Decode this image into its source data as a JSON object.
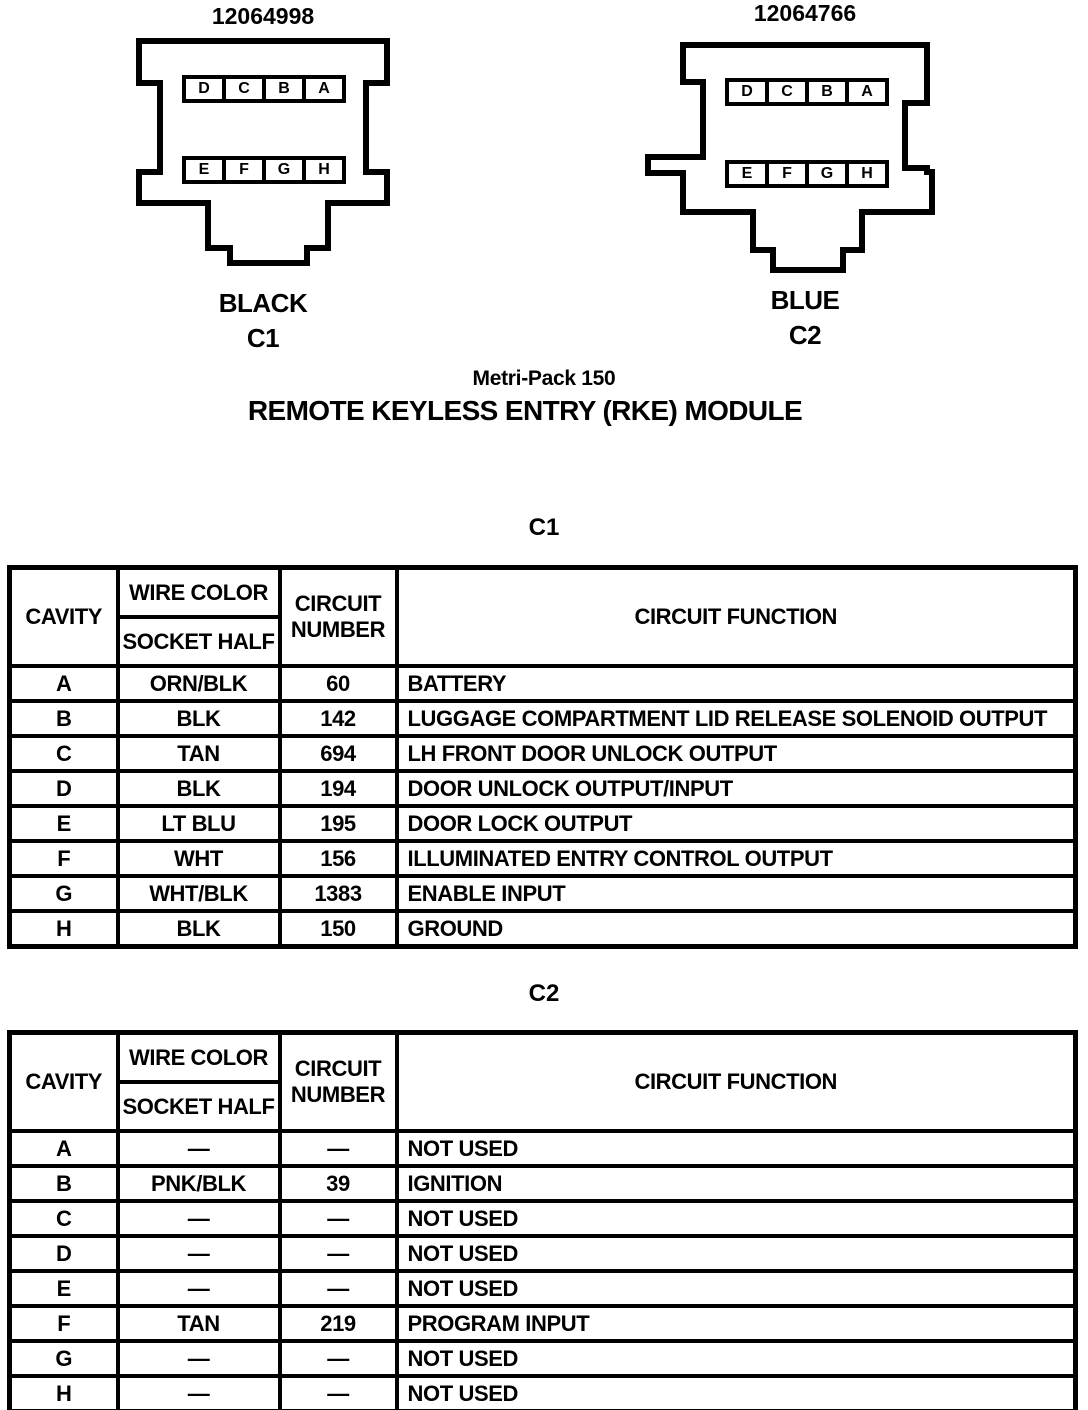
{
  "page": {
    "subtitle": "Metri-Pack 150",
    "title": "REMOTE KEYLESS ENTRY (RKE) MODULE"
  },
  "colors": {
    "ink": "#000000",
    "paper": "#ffffff"
  },
  "connectors": [
    {
      "part_number": "12064998",
      "color_label": "BLACK",
      "name": "C1",
      "pin_rows": [
        [
          "D",
          "C",
          "B",
          "A"
        ],
        [
          "E",
          "F",
          "G",
          "H"
        ]
      ]
    },
    {
      "part_number": "12064766",
      "color_label": "BLUE",
      "name": "C2",
      "pin_rows": [
        [
          "D",
          "C",
          "B",
          "A"
        ],
        [
          "E",
          "F",
          "G",
          "H"
        ]
      ]
    }
  ],
  "tables": [
    {
      "label": "C1",
      "headers": {
        "cavity": "CAVITY",
        "wire_color": "WIRE COLOR",
        "socket_half": "SOCKET HALF",
        "circuit_number": "CIRCUIT NUMBER",
        "circuit_function": "CIRCUIT FUNCTION"
      },
      "rows": [
        {
          "cavity": "A",
          "wire_color": "ORN/BLK",
          "circuit_number": "60",
          "circuit_function": "BATTERY"
        },
        {
          "cavity": "B",
          "wire_color": "BLK",
          "circuit_number": "142",
          "circuit_function": "LUGGAGE COMPARTMENT LID RELEASE SOLENOID OUTPUT"
        },
        {
          "cavity": "C",
          "wire_color": "TAN",
          "circuit_number": "694",
          "circuit_function": "LH FRONT DOOR UNLOCK OUTPUT"
        },
        {
          "cavity": "D",
          "wire_color": "BLK",
          "circuit_number": "194",
          "circuit_function": "DOOR UNLOCK OUTPUT/INPUT"
        },
        {
          "cavity": "E",
          "wire_color": "LT BLU",
          "circuit_number": "195",
          "circuit_function": "DOOR LOCK OUTPUT"
        },
        {
          "cavity": "F",
          "wire_color": "WHT",
          "circuit_number": "156",
          "circuit_function": "ILLUMINATED ENTRY CONTROL OUTPUT"
        },
        {
          "cavity": "G",
          "wire_color": "WHT/BLK",
          "circuit_number": "1383",
          "circuit_function": "ENABLE INPUT"
        },
        {
          "cavity": "H",
          "wire_color": "BLK",
          "circuit_number": "150",
          "circuit_function": "GROUND"
        }
      ]
    },
    {
      "label": "C2",
      "headers": {
        "cavity": "CAVITY",
        "wire_color": "WIRE COLOR",
        "socket_half": "SOCKET HALF",
        "circuit_number": "CIRCUIT NUMBER",
        "circuit_function": "CIRCUIT FUNCTION"
      },
      "rows": [
        {
          "cavity": "A",
          "wire_color": "—",
          "circuit_number": "—",
          "circuit_function": "NOT USED"
        },
        {
          "cavity": "B",
          "wire_color": "PNK/BLK",
          "circuit_number": "39",
          "circuit_function": "IGNITION"
        },
        {
          "cavity": "C",
          "wire_color": "—",
          "circuit_number": "—",
          "circuit_function": "NOT USED"
        },
        {
          "cavity": "D",
          "wire_color": "—",
          "circuit_number": "—",
          "circuit_function": "NOT USED"
        },
        {
          "cavity": "E",
          "wire_color": "—",
          "circuit_number": "—",
          "circuit_function": "NOT USED"
        },
        {
          "cavity": "F",
          "wire_color": "TAN",
          "circuit_number": "219",
          "circuit_function": "PROGRAM INPUT"
        },
        {
          "cavity": "G",
          "wire_color": "—",
          "circuit_number": "—",
          "circuit_function": "NOT USED"
        },
        {
          "cavity": "H",
          "wire_color": "—",
          "circuit_number": "—",
          "circuit_function": "NOT USED"
        }
      ]
    }
  ]
}
